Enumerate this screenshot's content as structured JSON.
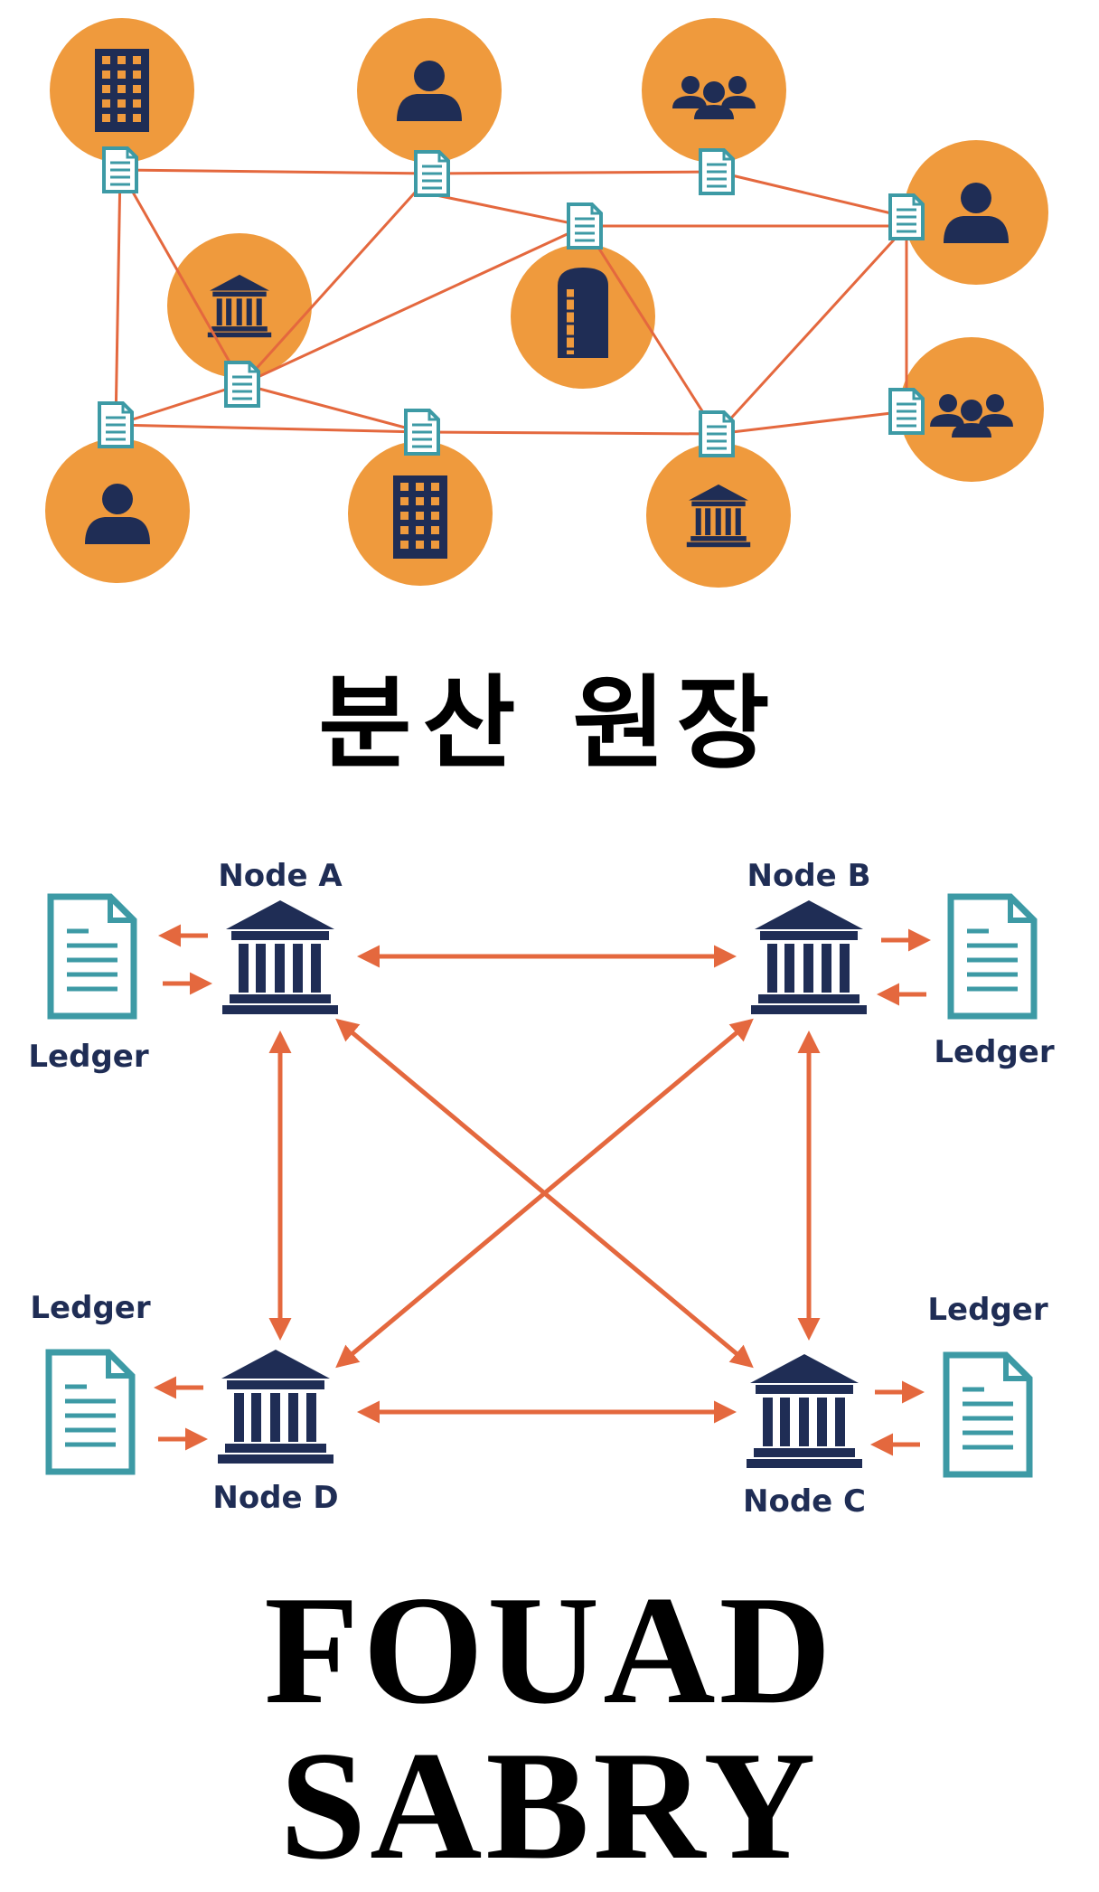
{
  "title": "분산 원장",
  "footer": "FOUAD SABRY",
  "colors": {
    "orange": "#ef9a3d",
    "navy": "#1f2d55",
    "teal": "#3d9aa5",
    "line": "#e4683e"
  },
  "top_network": {
    "nodes": [
      {
        "icon": "office-building-icon"
      },
      {
        "icon": "person-icon"
      },
      {
        "icon": "group-icon"
      },
      {
        "icon": "person-icon"
      },
      {
        "icon": "bank-icon"
      },
      {
        "icon": "silo-tower-icon"
      },
      {
        "icon": "group-icon"
      },
      {
        "icon": "person-icon"
      },
      {
        "icon": "office-building-icon"
      },
      {
        "icon": "bank-icon"
      }
    ]
  },
  "bottom_network": {
    "nodes": [
      {
        "label": "Node A",
        "icon": "bank-icon"
      },
      {
        "label": "Node B",
        "icon": "bank-icon"
      },
      {
        "label": "Node C",
        "icon": "bank-icon"
      },
      {
        "label": "Node D",
        "icon": "bank-icon"
      }
    ],
    "ledger_label": "Ledger"
  }
}
